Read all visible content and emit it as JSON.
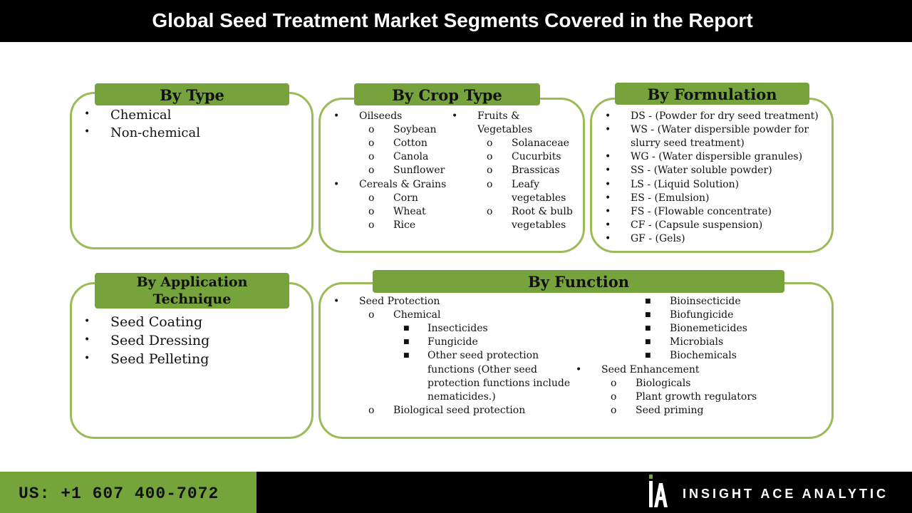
{
  "title": "Global Seed Treatment Market Segments Covered in the Report",
  "colors": {
    "accent_green": "#76a33b",
    "border_green": "#9bbb59",
    "dark": "#000000"
  },
  "by_type": {
    "heading": "By Type",
    "items": [
      "Chemical",
      "Non-chemical"
    ]
  },
  "by_crop_type": {
    "heading": "By Crop Type",
    "oilseeds": {
      "label": "Oilseeds",
      "items": [
        "Soybean",
        "Cotton",
        "Canola",
        "Sunflower"
      ]
    },
    "cereals": {
      "label": "Cereals & Grains",
      "items": [
        "Corn",
        "Wheat",
        "Rice"
      ]
    },
    "fruits": {
      "label_line1": "Fruits &",
      "label_line2": "Vegetables",
      "items": [
        "Solanaceae",
        "Cucurbits",
        "Brassicas"
      ],
      "leafy_line1": "Leafy",
      "leafy_line2": "vegetables",
      "root_line1": "Root & bulb",
      "root_line2": "vegetables"
    }
  },
  "by_formulation": {
    "heading": "By Formulation",
    "ds": "DS - (Powder for dry seed treatment)",
    "ws_line1": "WS - (Water dispersible powder for",
    "ws_line2": "slurry seed treatment)",
    "wg": "WG - (Water dispersible granules)",
    "ss": "SS - (Water soluble powder)",
    "ls": "LS - (Liquid Solution)",
    "es": "ES - (Emulsion)",
    "fs": "FS - (Flowable concentrate)",
    "cf": "CF - (Capsule suspension)",
    "gf": "GF - (Gels)"
  },
  "by_application": {
    "heading_line1": "By Application",
    "heading_line2": "Technique",
    "items": [
      "Seed Coating",
      "Seed Dressing",
      "Seed Pelleting"
    ]
  },
  "by_function": {
    "heading": "By Function",
    "seed_protection": "Seed Protection",
    "chemical": "Chemical",
    "insecticides": "Insecticides",
    "fungicide": "Fungicide",
    "other_line1": "Other seed protection",
    "other_line2": "functions (Other seed",
    "other_line3": "protection functions include",
    "other_line4": "nematicides.)",
    "biological": "Biological seed protection",
    "bio_items": [
      "Bioinsecticide",
      "Biofungicide",
      "Bionemeticides",
      "Microbials",
      "Biochemicals"
    ],
    "seed_enhancement": "Seed Enhancement",
    "enh_items": [
      "Biologicals",
      "Plant growth regulators",
      "Seed priming"
    ]
  },
  "footer": {
    "phone": "US: +1 607 400-7072",
    "brand": "INSIGHT ACE ANALYTIC",
    "logo_icon": "insight-ace-logo-icon"
  }
}
